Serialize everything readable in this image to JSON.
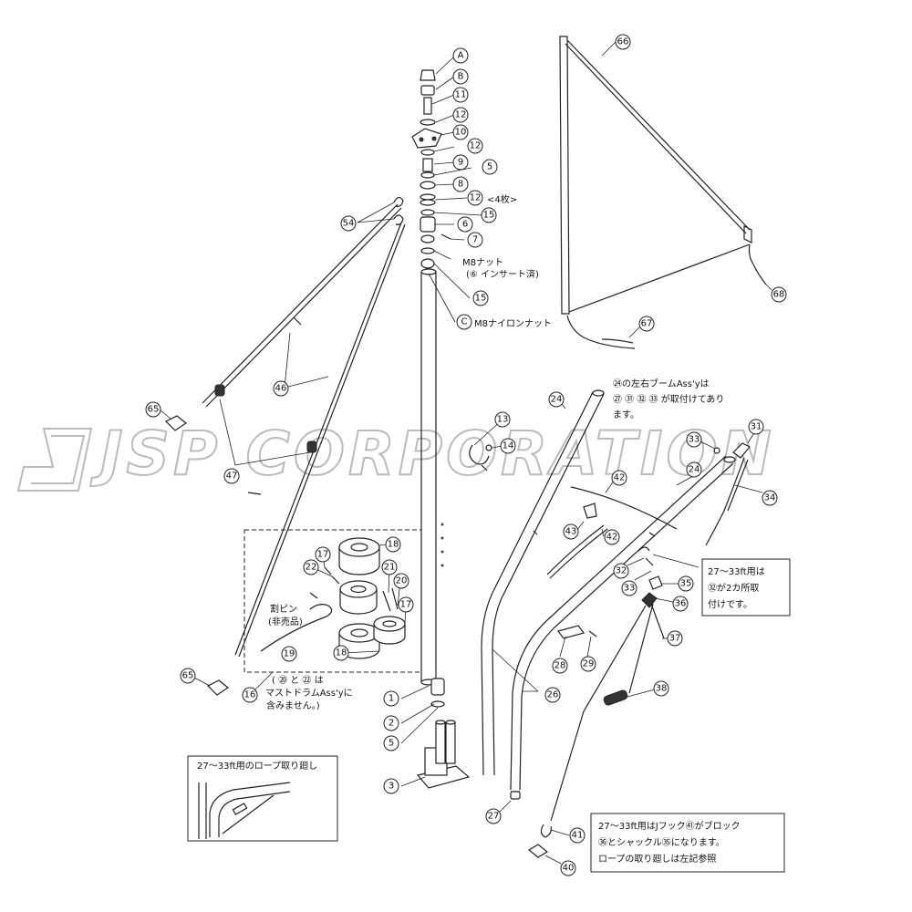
{
  "watermark": "JSP CORPORATION",
  "labels": {
    "count4": "<4枚>",
    "m8nut": "M8ナット",
    "insert": "(⑥ インサート済)",
    "nylonnut": "M8ナイロンナット",
    "splitpin_1": "割ピン",
    "splitpin_2": "(非売品)",
    "drum_note_1": "( ⑳ と ㉒ は",
    "drum_note_2": "マストドラムAss'yに",
    "drum_note_3": "含みません。)"
  },
  "notes": {
    "boom_1": "㉔の左右ブームAss'yは",
    "boom_2": "㉗ ㉛ ㉜ ㉝ が取付けてあり",
    "boom_3": "ます。",
    "ft_1": "27〜33ft用は",
    "ft_2": "㉜が2カ所取",
    "ft_3": "付けです。",
    "rope_title": "27〜33ft用のロープ取り廻し",
    "jhook_1": "27〜33ft用はJフック㊶がブロック",
    "jhook_2": "㊱とシャックル㉟になります。",
    "jhook_3": "ロープの取り廻しは左記参照"
  },
  "callouts": {
    "A": "A",
    "B": "B",
    "C": "C",
    "n1": "1",
    "n2": "2",
    "n3": "3",
    "n5a": "5",
    "n5b": "5",
    "n6": "6",
    "n7": "7",
    "n8": "8",
    "n9": "9",
    "n10": "10",
    "n11": "11",
    "n12a": "12",
    "n12b": "12",
    "n12c": "12",
    "n13": "13",
    "n14": "14",
    "n15a": "15",
    "n15b": "15",
    "n16": "16",
    "n17a": "17",
    "n17b": "17",
    "n18a": "18",
    "n18b": "18",
    "n19": "19",
    "n20": "20",
    "n21": "21",
    "n22": "22",
    "n24a": "24",
    "n24b": "24",
    "n26": "26",
    "n27": "27",
    "n28": "28",
    "n29": "29",
    "n31": "31",
    "n32": "32",
    "n33a": "33",
    "n33b": "33",
    "n34": "34",
    "n35": "35",
    "n36": "36",
    "n37": "37",
    "n38": "38",
    "n40": "40",
    "n41": "41",
    "n42a": "42",
    "n42b": "42",
    "n43": "43",
    "n46": "46",
    "n47": "47",
    "n54": "54",
    "n65a": "65",
    "n65b": "65",
    "n66": "66",
    "n67": "67",
    "n68": "68"
  }
}
